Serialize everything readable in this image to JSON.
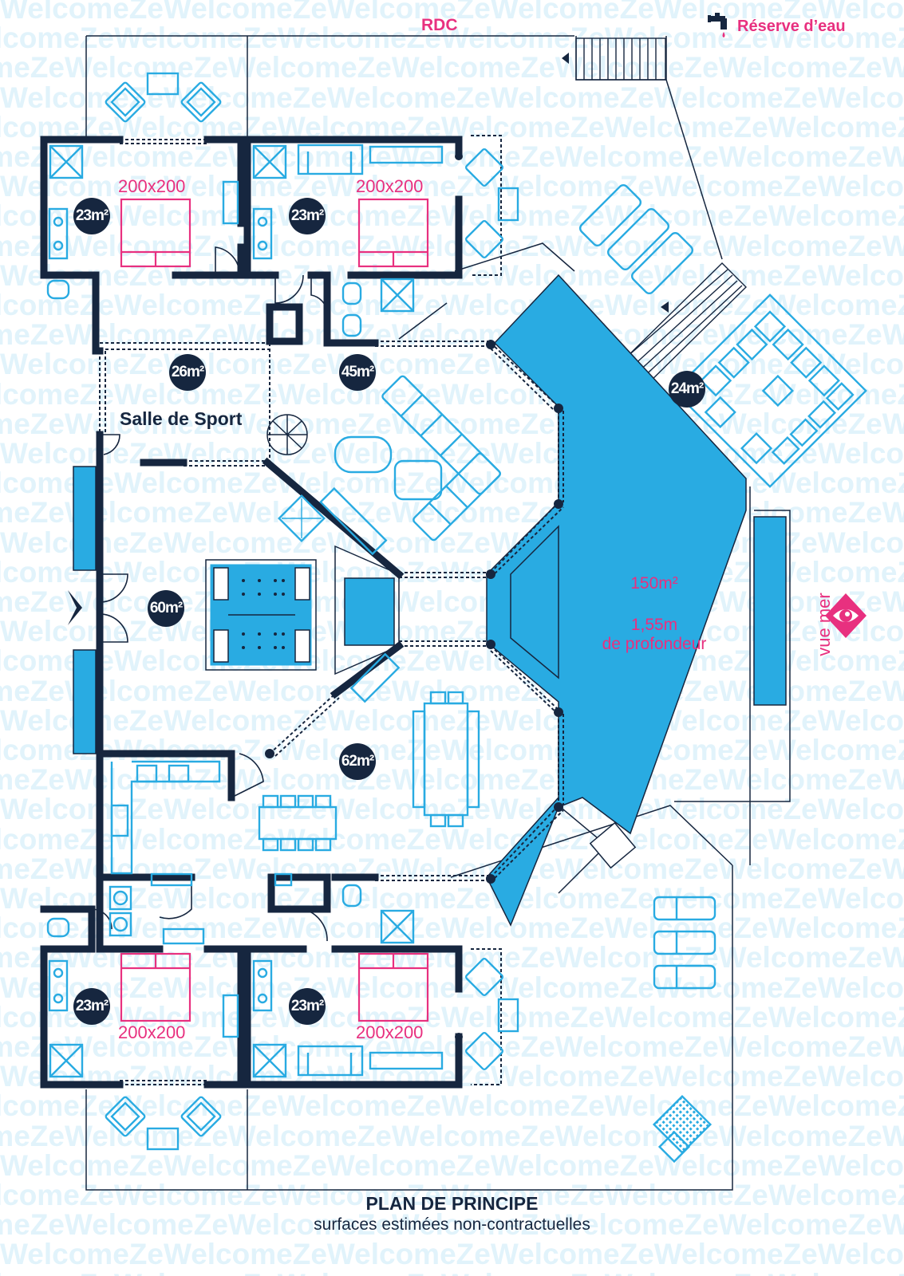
{
  "header": {
    "level_label": "RDC",
    "water_reserve_label": "Réserve d’eau"
  },
  "watermark": {
    "text": "WelcomeZe"
  },
  "rooms": [
    {
      "id": "bedroom-top-left",
      "area": "23m²",
      "bed": "200x200"
    },
    {
      "id": "bedroom-top-middle",
      "area": "23m²",
      "bed": "200x200"
    },
    {
      "id": "bedroom-bottom-left",
      "area": "23m²",
      "bed": "200x200"
    },
    {
      "id": "bedroom-bottom-middle",
      "area": "23m²",
      "bed": "200x200"
    },
    {
      "id": "gym",
      "area": "26m²",
      "name": "Salle de Sport"
    },
    {
      "id": "lounge",
      "area": "45m²"
    },
    {
      "id": "living",
      "area": "60m²"
    },
    {
      "id": "dining",
      "area": "62m²"
    },
    {
      "id": "terrace",
      "area": "24m²"
    }
  ],
  "pool": {
    "area": "150m²",
    "depth_line1": "1,55m",
    "depth_line2": "de profondeur"
  },
  "view_label": "vue mer",
  "footer": {
    "title": "PLAN DE PRINCIPE",
    "subtitle": "surfaces estimées non-contractuelles"
  },
  "colors": {
    "wall": "#16263f",
    "pool": "#29abe2",
    "furniture": "#29abe2",
    "accent": "#e8307f",
    "watermark": "#e1f3fb"
  }
}
